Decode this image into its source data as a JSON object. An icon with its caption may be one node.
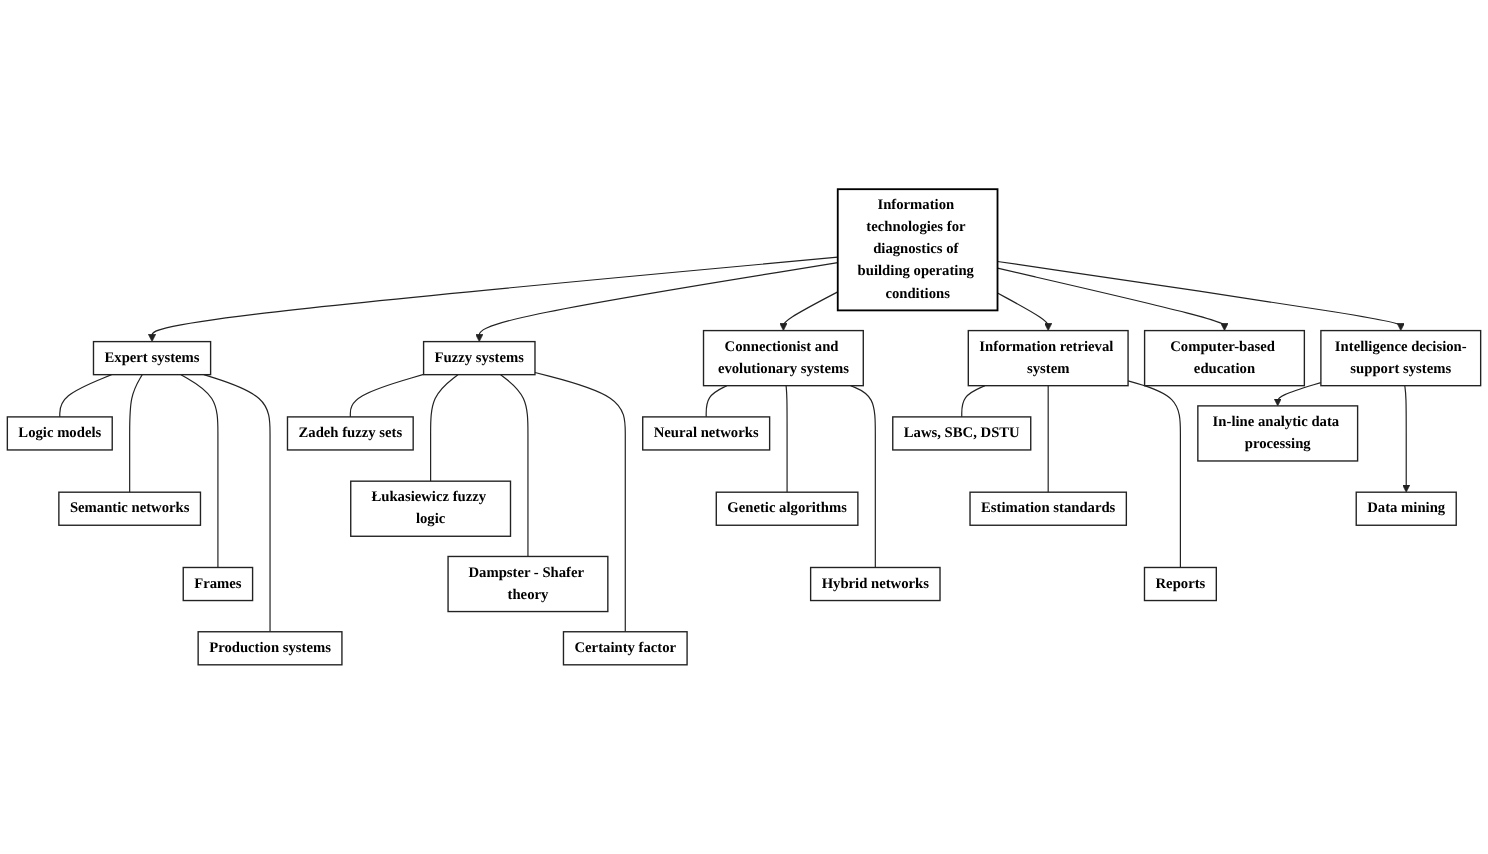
{
  "diagram": {
    "nodes": [
      {
        "text": [
          "Information technologies for diagnostics of building operating conditions"
        ]
      },
      {
        "text": [
          "Expert systems"
        ]
      },
      {
        "text": [
          "Logic models"
        ]
      },
      {
        "text": [
          "Semantic networks"
        ]
      },
      {
        "text": [
          "Frames"
        ]
      },
      {
        "text": [
          "Production systems"
        ]
      },
      {
        "text": [
          "Fuzzy systems"
        ]
      },
      {
        "text": [
          "Zadeh fuzzy sets"
        ]
      },
      {
        "text": [
          "Łukasiewicz fuzzy logic"
        ]
      },
      {
        "text": [
          "Dampster - Shafer theory"
        ]
      },
      {
        "text": [
          "Certainty factor"
        ]
      },
      {
        "text": [
          "Connectionist and evolutionary systems"
        ]
      },
      {
        "text": [
          "Neural networks"
        ]
      },
      {
        "text": [
          "Genetic algorithms"
        ]
      },
      {
        "text": [
          "Hybrid networks"
        ]
      },
      {
        "text": [
          "Information retrieval system"
        ]
      },
      {
        "text": [
          "Laws, SBC, DSTU"
        ]
      },
      {
        "text": [
          "Estimation standards"
        ]
      },
      {
        "text": [
          "Reports"
        ]
      },
      {
        "text": [
          "Computer-based education"
        ]
      },
      {
        "text": [
          "Intelligence decision-support systems"
        ]
      },
      {
        "text": [
          "In-line analytic data processing"
        ]
      },
      {
        "text": [
          "Data mining"
        ]
      }
    ],
    "edges": [
      {
        "from": 0,
        "to": 1,
        "arrow": "to"
      },
      {
        "from": 0,
        "to": 6,
        "arrow": "to"
      },
      {
        "from": 0,
        "to": 11,
        "arrow": "to"
      },
      {
        "from": 0,
        "to": 15,
        "arrow": "to"
      },
      {
        "from": 0,
        "to": 19,
        "arrow": "to"
      },
      {
        "from": 0,
        "to": 20,
        "arrow": "to"
      },
      {
        "from": 1,
        "to": 2,
        "arrow": "none"
      },
      {
        "from": 1,
        "to": 3,
        "arrow": "none"
      },
      {
        "from": 1,
        "to": 4,
        "arrow": "none"
      },
      {
        "from": 1,
        "to": 5,
        "arrow": "none"
      },
      {
        "from": 6,
        "to": 7,
        "arrow": "none"
      },
      {
        "from": 6,
        "to": 8,
        "arrow": "none"
      },
      {
        "from": 6,
        "to": 9,
        "arrow": "none"
      },
      {
        "from": 6,
        "to": 10,
        "arrow": "none"
      },
      {
        "from": 11,
        "to": 12,
        "arrow": "none"
      },
      {
        "from": 11,
        "to": 13,
        "arrow": "none"
      },
      {
        "from": 11,
        "to": 14,
        "arrow": "none"
      },
      {
        "from": 15,
        "to": 16,
        "arrow": "none"
      },
      {
        "from": 15,
        "to": 17,
        "arrow": "none"
      },
      {
        "from": 15,
        "to": 18,
        "arrow": "none"
      },
      {
        "from": 20,
        "to": 21,
        "arrow": "to"
      },
      {
        "from": 20,
        "to": 22,
        "arrow": "to"
      }
    ]
  }
}
